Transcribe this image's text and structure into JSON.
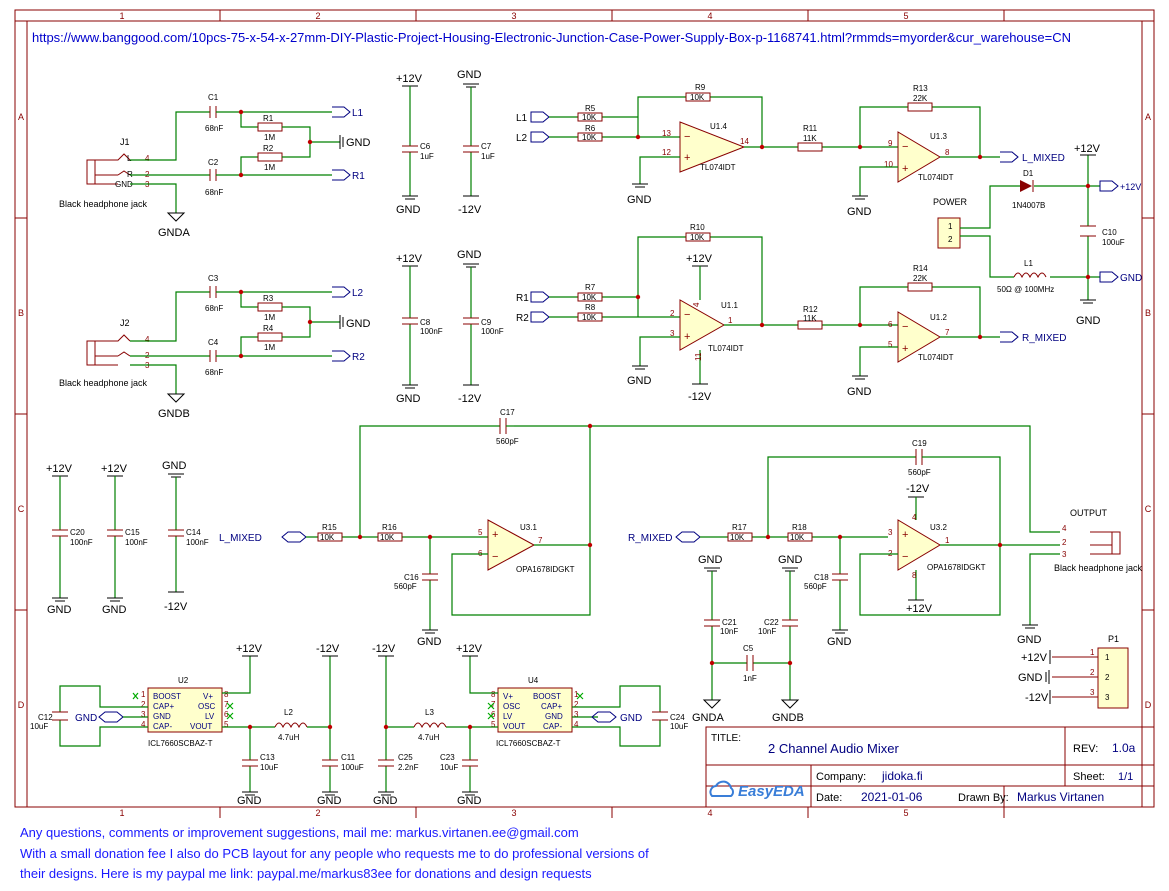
{
  "url": "https://www.banggood.com/10pcs-75-x-54-x-27mm-DIY-Plastic-Project-Housing-Electronic-Junction-Case-Power-Supply-Box-p-1168741.html?rmmds=myorder&cur_warehouse=CN",
  "grid": {
    "cols": [
      "1",
      "2",
      "3",
      "4",
      "5"
    ],
    "rows": [
      "A",
      "B",
      "C",
      "D"
    ]
  },
  "titleblock": {
    "title_label": "TITLE:",
    "title": "2 Channel Audio Mixer",
    "rev_label": "REV:",
    "rev": "1.0a",
    "company_label": "Company:",
    "company": "jidoka.fi",
    "sheet_label": "Sheet:",
    "sheet": "1/1",
    "date_label": "Date:",
    "date": "2021-01-06",
    "drawn_label": "Drawn By:",
    "drawn_by": "Markus Virtanen",
    "logo": "EasyEDA"
  },
  "footer": [
    "Any questions, comments or improvement suggestions, mail me: markus.virtanen.ee@gmail.com",
    "With a small donation fee I also do PCB layout for any people who requests me to do professional versions of",
    "their designs. Here is my paypal me link: paypal.me/markus83ee for donations and design requests"
  ],
  "parts": {
    "J1": "J1",
    "J2": "J2",
    "jack": "Black headphone jack",
    "jack_pins": [
      "4",
      "L",
      "2",
      "R",
      "3",
      "GND"
    ],
    "C1": "C1",
    "C2": "C2",
    "C3": "C3",
    "C4": "C4",
    "v68n": "68nF",
    "R1": "R1",
    "R2": "R2",
    "R3": "R3",
    "R4": "R4",
    "v1M": "1M",
    "C6": "C6",
    "C7": "C7",
    "v1u": "1uF",
    "C8": "C8",
    "C9": "C9",
    "v100n": "100nF",
    "R5": "R5",
    "R6": "R6",
    "R7": "R7",
    "R8": "R8",
    "R9": "R9",
    "R10": "R10",
    "v10k": "10K",
    "R11": "R11",
    "R12": "R12",
    "v11k": "11K",
    "R13": "R13",
    "R14": "R14",
    "v22k": "22K",
    "U14": "U1.4",
    "U11": "U1.1",
    "U13": "U1.3",
    "U12": "U1.2",
    "tl074": "TL074IDT",
    "D1": "D1",
    "D1v": "1N4007B",
    "POWER": "POWER",
    "C10": "C10",
    "C10v": "100uF",
    "L1": "L1",
    "L1v": "50Ω @ 100MHz",
    "C17": "C17",
    "C19": "C19",
    "C16": "C16",
    "C18": "C18",
    "v560p": "560pF",
    "R15": "R15",
    "R16": "R16",
    "R17": "R17",
    "R18": "R18",
    "U31": "U3.1",
    "U32": "U3.2",
    "opa": "OPA1678IDGKT",
    "C20": "C20",
    "C15": "C15",
    "C14": "C14",
    "C21": "C21",
    "C22": "C22",
    "v10n": "10nF",
    "C5": "C5",
    "v1n": "1nF",
    "OUTPUT": "OUTPUT",
    "P1": "P1",
    "U2": "U2",
    "U4": "U4",
    "icl": "ICL7660SCBAZ-T",
    "icl_left": [
      "BOOST",
      "CAP+",
      "GND",
      "CAP-"
    ],
    "icl_right": [
      "V+",
      "OSC",
      "LV",
      "VOUT"
    ],
    "C12": "C12",
    "C24": "C24",
    "v10u": "10uF",
    "C13": "C13",
    "C11": "C11",
    "C11v": "100uF",
    "C25": "C25",
    "v2n2": "2.2nF",
    "C23": "C23",
    "L2": "L2",
    "L3": "L3",
    "v4u7": "4.7uH"
  },
  "nets": {
    "p12": "+12V",
    "n12": "-12V",
    "gnd": "GND",
    "gnda": "GNDA",
    "gndb": "GNDB",
    "L1": "L1",
    "L2": "L2",
    "R1": "R1",
    "R2": "R2",
    "Lmix": "L_MIXED",
    "Rmix": "R_MIXED"
  },
  "colors": {
    "wire": "#008000",
    "part": "#880000",
    "net": "#000080",
    "url": "#0000cc",
    "footer": "#1a1aff"
  }
}
